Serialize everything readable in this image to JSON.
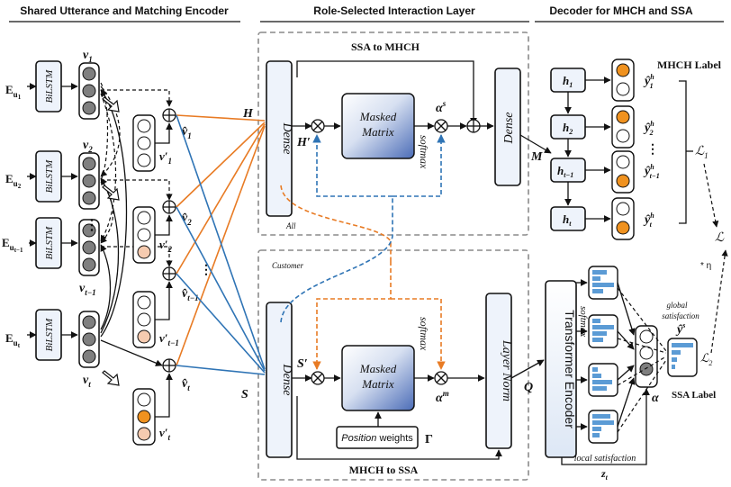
{
  "headers": {
    "left": "Shared Utterance and Matching Encoder",
    "middle": "Role-Selected Interaction Layer",
    "right": "Decoder for MHCH and SSA"
  },
  "encoder": {
    "bilstm": "BiLSTM",
    "e_labels": [
      {
        "base": "E",
        "sub": "u",
        "subsub": "1"
      },
      {
        "base": "E",
        "sub": "u",
        "subsub": "2"
      },
      {
        "base": "E",
        "sub": "u",
        "subsub": "t−1"
      },
      {
        "base": "E",
        "sub": "u",
        "subsub": "t"
      }
    ],
    "v_labels": [
      "v",
      "v",
      "v",
      "v"
    ],
    "v_subs": [
      "1",
      "2",
      "t−1",
      "t"
    ],
    "vp_labels": [
      "v′",
      "v′",
      "v′",
      "v′"
    ],
    "vhat_labels": [
      "v̂",
      "v̂",
      "v̂",
      "v̂"
    ],
    "vert_dots": "⋮"
  },
  "ssa_to_mhch": {
    "title": "SSA to MHCH",
    "H": "H",
    "H_prime": "H′",
    "dense": "Dense",
    "masked_matrix": [
      "Masked",
      "Matrix"
    ],
    "softmax": "softmax",
    "alpha": "α",
    "alpha_sup": "s",
    "dense_out": "Dense",
    "M": "M",
    "all": "All"
  },
  "mhch_to_ssa": {
    "title": "MHCH to SSA",
    "S": "S",
    "S_prime": "S′",
    "dense": "Dense",
    "masked_matrix": [
      "Masked",
      "Matrix"
    ],
    "softmax": "softmax",
    "alpha": "α",
    "alpha_sup": "m",
    "layer_norm": "Layer Norm",
    "position_word": "Position",
    "weights_word": "weights",
    "gamma": "Γ",
    "customer": "Customer"
  },
  "decoder": {
    "mhch_label": "MHCH Label",
    "h_labels": [
      "h",
      "h",
      "h",
      "h"
    ],
    "h_subs": [
      "1",
      "2",
      "t−1",
      "t"
    ],
    "y_labels": [
      "ŷ",
      "ŷ",
      "ŷ",
      "ŷ"
    ],
    "y_subs": [
      "1",
      "2",
      "t−1",
      "t"
    ],
    "y_sup": "h",
    "L1": "ℒ",
    "L1_sub": "1",
    "L": "ℒ",
    "Q": "Q",
    "transformer": "Transformer Encoder",
    "softmax": "softmax",
    "alpha": "α",
    "global_sat": [
      "global",
      "satisfaction"
    ],
    "ys": "ŷ",
    "ys_sup": "s",
    "L2": "ℒ",
    "L2_sub": "2",
    "eta": "* η",
    "ssa_label": "SSA Label",
    "local_sat": "local satisfaction",
    "z": "z",
    "z_sub": "t"
  },
  "colors": {
    "orange": "#e87b24",
    "blue": "#2f74b5",
    "box_fill": "#eef3fb",
    "dashed_border": "#8a8a8a",
    "node_gray": "#7f7f7f",
    "node_peach": "#f6cbb0",
    "node_orange": "#f0921f",
    "bar_blue": "#5b9bd5"
  }
}
